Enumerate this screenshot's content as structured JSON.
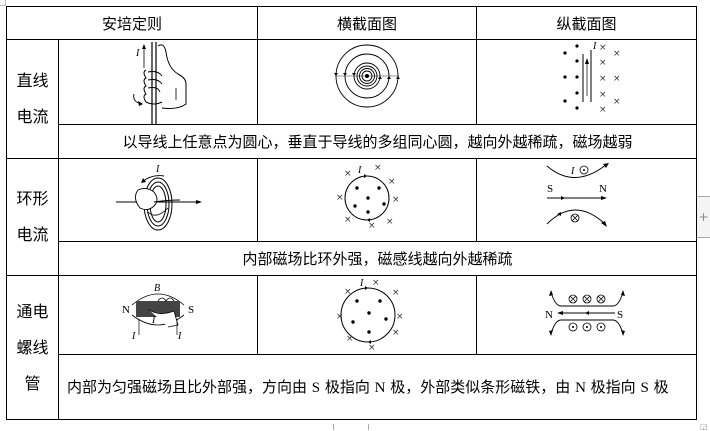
{
  "table": {
    "headers": [
      "",
      "安培定则",
      "横截面图",
      "纵截面图"
    ],
    "rows": [
      {
        "label_lines": [
          "直线",
          "电流"
        ],
        "ampere_figure": {
          "icon": "right-hand-grip-straight-wire",
          "current_label": "I"
        },
        "cross_section_figure": {
          "icon": "concentric-circles-field"
        },
        "longitudinal_figure": {
          "icon": "dots-crosses-straight-wire",
          "current_label": "I"
        },
        "description": "以导线上任意点为圆心，垂直于导线的多组同心圆，越向外越稀疏，磁场越弱"
      },
      {
        "label_lines": [
          "环形",
          "电流"
        ],
        "ampere_figure": {
          "icon": "right-hand-grip-loop",
          "current_label": "I"
        },
        "cross_section_figure": {
          "icon": "loop-dots-inside-crosses-outside",
          "current_label": "I"
        },
        "longitudinal_figure": {
          "icon": "loop-side-view",
          "current_label": "I",
          "pole_s": "S",
          "pole_n": "N"
        },
        "description": "内部磁场比环外强，磁感线越向外越稀疏"
      },
      {
        "label_lines": [
          "通电",
          "螺线",
          "管"
        ],
        "ampere_figure": {
          "icon": "right-hand-grip-solenoid",
          "field_label": "B",
          "pole_n": "N",
          "pole_s": "S",
          "current_label": "I"
        },
        "cross_section_figure": {
          "icon": "solenoid-dots-inside-crosses-outside",
          "current_label": "I"
        },
        "longitudinal_figure": {
          "icon": "solenoid-side-view",
          "pole_n": "N",
          "pole_s": "S"
        },
        "description_parts": [
          "内部为匀强磁场且比外部强，方向由 ",
          "S",
          " 极指向 ",
          "N",
          " 极，外部类似条形磁铁，由 ",
          "N",
          " 极指向 ",
          "S",
          " 极"
        ]
      }
    ]
  },
  "ui": {
    "add_button_label": "+",
    "resize_glyph": "◲"
  }
}
